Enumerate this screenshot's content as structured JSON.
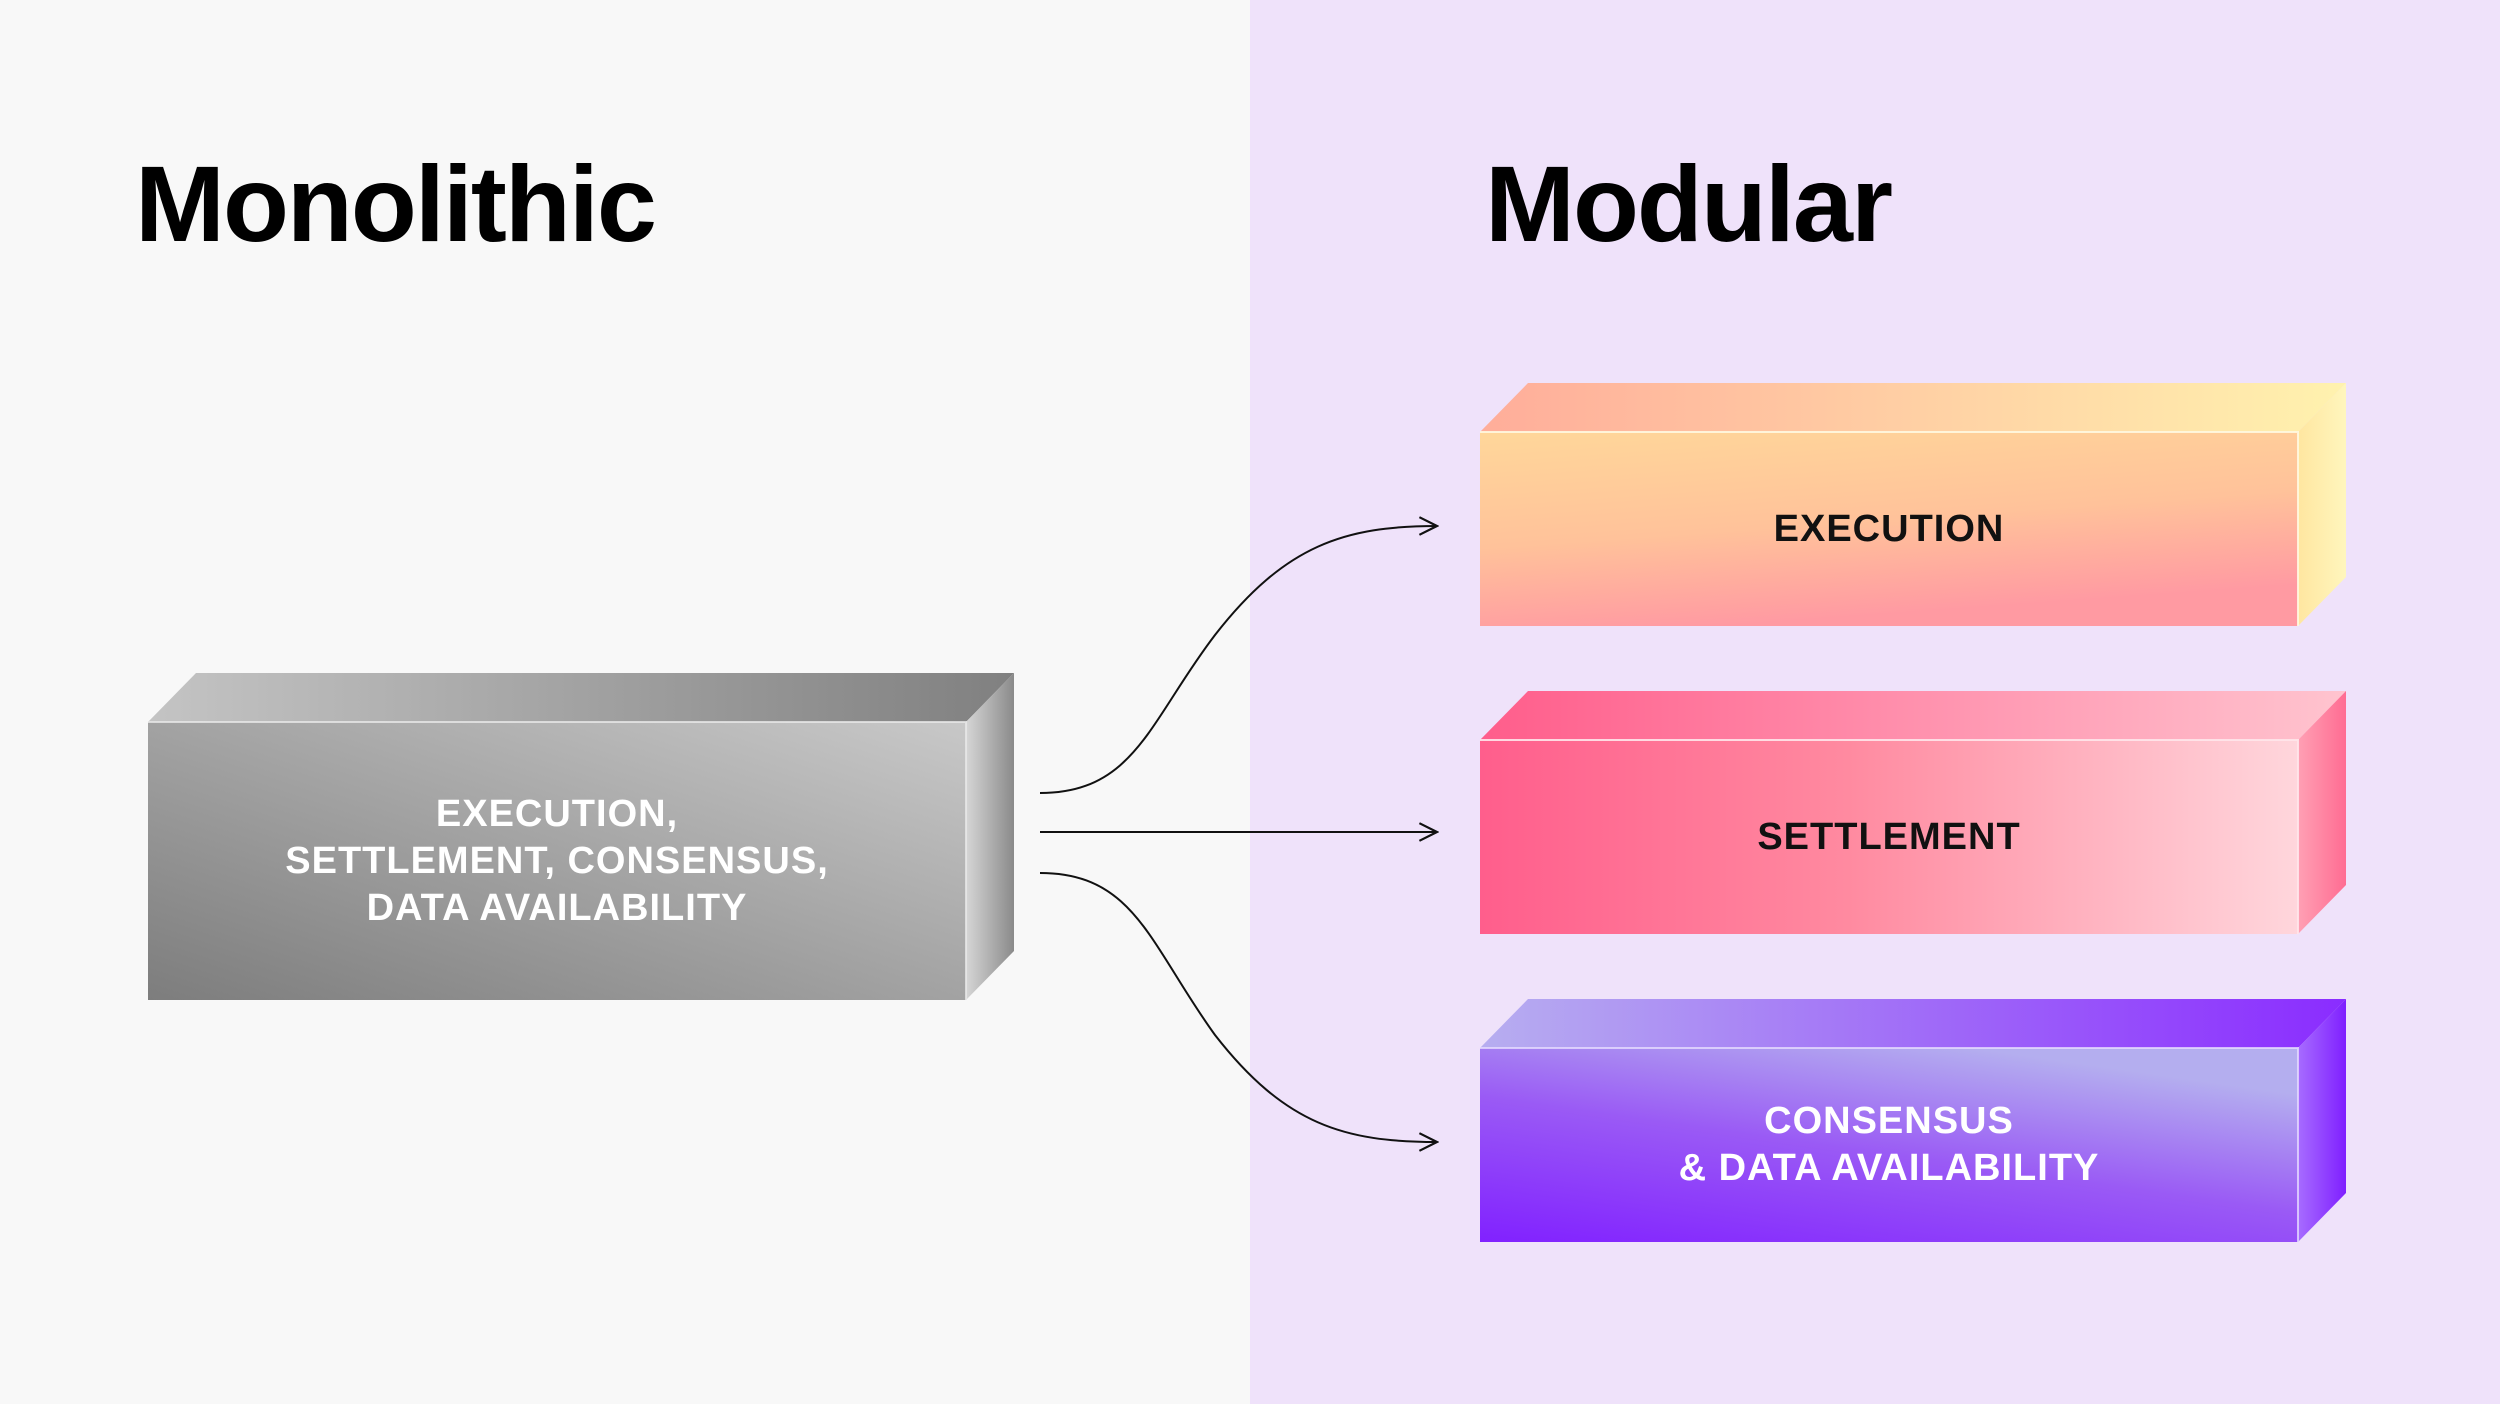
{
  "titles": {
    "left": "Monolithic",
    "right": "Modular"
  },
  "monolithic_block": {
    "lines": [
      "EXECUTION,",
      "SETTLEMENT, CONSENSUS,",
      "DATA AVAILABILITY"
    ]
  },
  "modular_blocks": [
    {
      "id": "execution",
      "lines": [
        "EXECUTION"
      ]
    },
    {
      "id": "settlement",
      "lines": [
        "SETTLEMENT"
      ]
    },
    {
      "id": "consensus",
      "lines": [
        "CONSENSUS",
        "& DATA AVAILABILITY"
      ]
    }
  ],
  "colors": {
    "left_background": "#f8f8f8",
    "right_background": "#efe2fa",
    "arrow": "#111111"
  }
}
